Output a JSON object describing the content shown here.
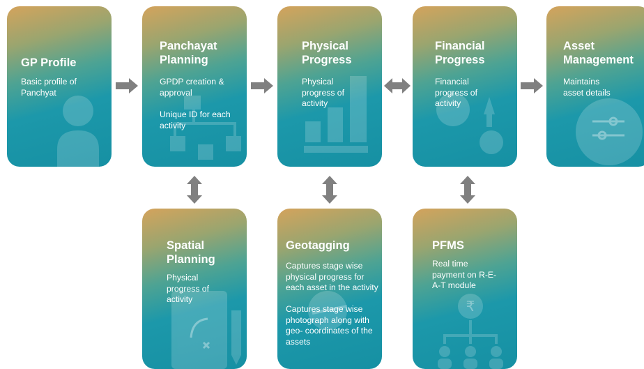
{
  "colors": {
    "card_top": "#d4a35c",
    "card_bottom": "#1690a3",
    "arrow": "#808080",
    "text": "#ffffff"
  },
  "cards": {
    "gp_profile": {
      "title": "GP Profile",
      "lines": [
        "Basic profile of Panchyat"
      ],
      "icon": "person-icon"
    },
    "panchayat_planning": {
      "title_1": "Panchayat",
      "title_2": "Planning",
      "lines": [
        "GPDP creation & approval",
        "Unique ID for each activity"
      ],
      "icon": "hierarchy-icon"
    },
    "physical_progress": {
      "title_1": "Physical",
      "title_2": "Progress",
      "lines": [
        "Physical progress of activity"
      ],
      "icon": "bar-chart-icon"
    },
    "financial_progress": {
      "title_1": "Financial",
      "title_2": "Progress",
      "lines": [
        "Financial progress of activity"
      ],
      "icon": "gears-icon"
    },
    "asset_management": {
      "title_1": "Asset",
      "title_2": "Management",
      "lines": [
        "Maintains asset details"
      ],
      "icon": "settings-gear-icon"
    },
    "spatial_planning": {
      "title_1": "Spatial",
      "title_2": "Planning",
      "lines": [
        "Physical progress of activity"
      ],
      "icon": "plan-document-icon"
    },
    "geotagging": {
      "title": "Geotagging",
      "lines": [
        "Captures stage wise physical progress for each asset in the activity",
        "Captures stage wise photograph along with geo- coordinates of the assets"
      ],
      "icon": "map-pin-icon"
    },
    "pfms": {
      "title": "PFMS",
      "lines": [
        "Real time payment on R-E-A-T module"
      ],
      "icon": "rupee-network-icon"
    }
  }
}
